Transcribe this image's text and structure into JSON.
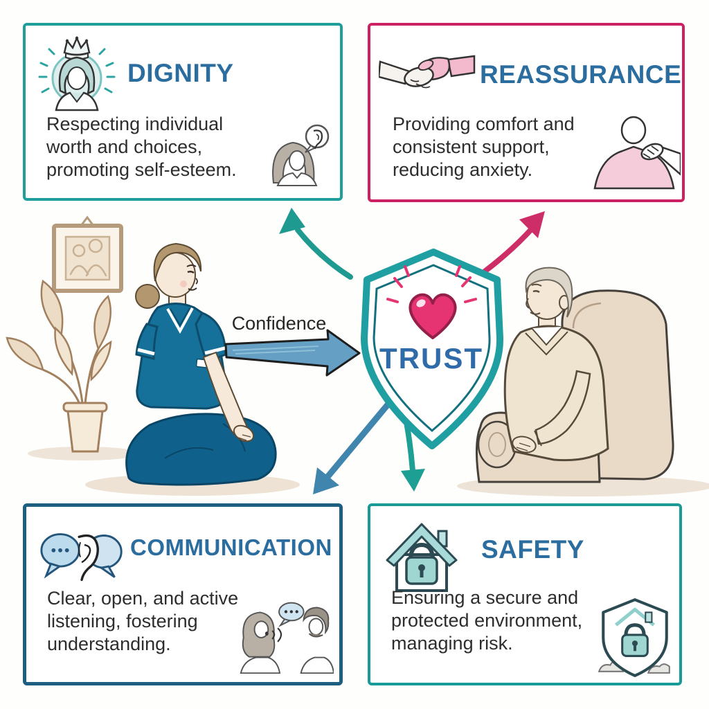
{
  "palette": {
    "background": "#fefefc",
    "title_blue": "#2c6da0",
    "text_dark": "#2d2d2d",
    "teal_border": "#1f9e9c",
    "crimson_border": "#cb2061",
    "dark_blue_border": "#1e5e80",
    "safety_teal_border": "#189a97",
    "heart_pink": "#e63472",
    "trust_blue": "#2e6ba8",
    "arrow_teal": "#1f9a90",
    "arrow_pink": "#ce2e68",
    "arrow_blue": "#3f85ad",
    "confidence_arrow_fill": "#659fc3",
    "scrub_teal": "#15709a"
  },
  "cards": {
    "dignity": {
      "title": "DIGNITY",
      "description": "Respecting individual worth and choices, promoting self-esteem.",
      "border_color": "#1f9e9c",
      "icon": "crowned-person-icon",
      "corner_icon": "listening-person-icon"
    },
    "reassurance": {
      "title": "REASSURANCE",
      "description": "Providing comfort and consistent support, reducing anxiety.",
      "border_color": "#cb2061",
      "icon": "handshake-icon",
      "corner_icon": "hand-on-shoulder-icon"
    },
    "communication": {
      "title": "COMMUNICATION",
      "description": "Clear, open, and active listening, fostering understanding.",
      "border_color": "#1e5e80",
      "icon": "speech-bubbles-ear-icon",
      "corner_icon": "two-people-talking-icon"
    },
    "safety": {
      "title": "SAFETY",
      "description": "Ensuring a secure and protected environment, managing risk.",
      "border_color": "#189a97",
      "icon": "locked-house-icon",
      "corner_icon": "shield-lock-icon"
    }
  },
  "center": {
    "label": "TRUST",
    "icon": "heart-shield-icon"
  },
  "connector": {
    "label": "Confidence"
  }
}
